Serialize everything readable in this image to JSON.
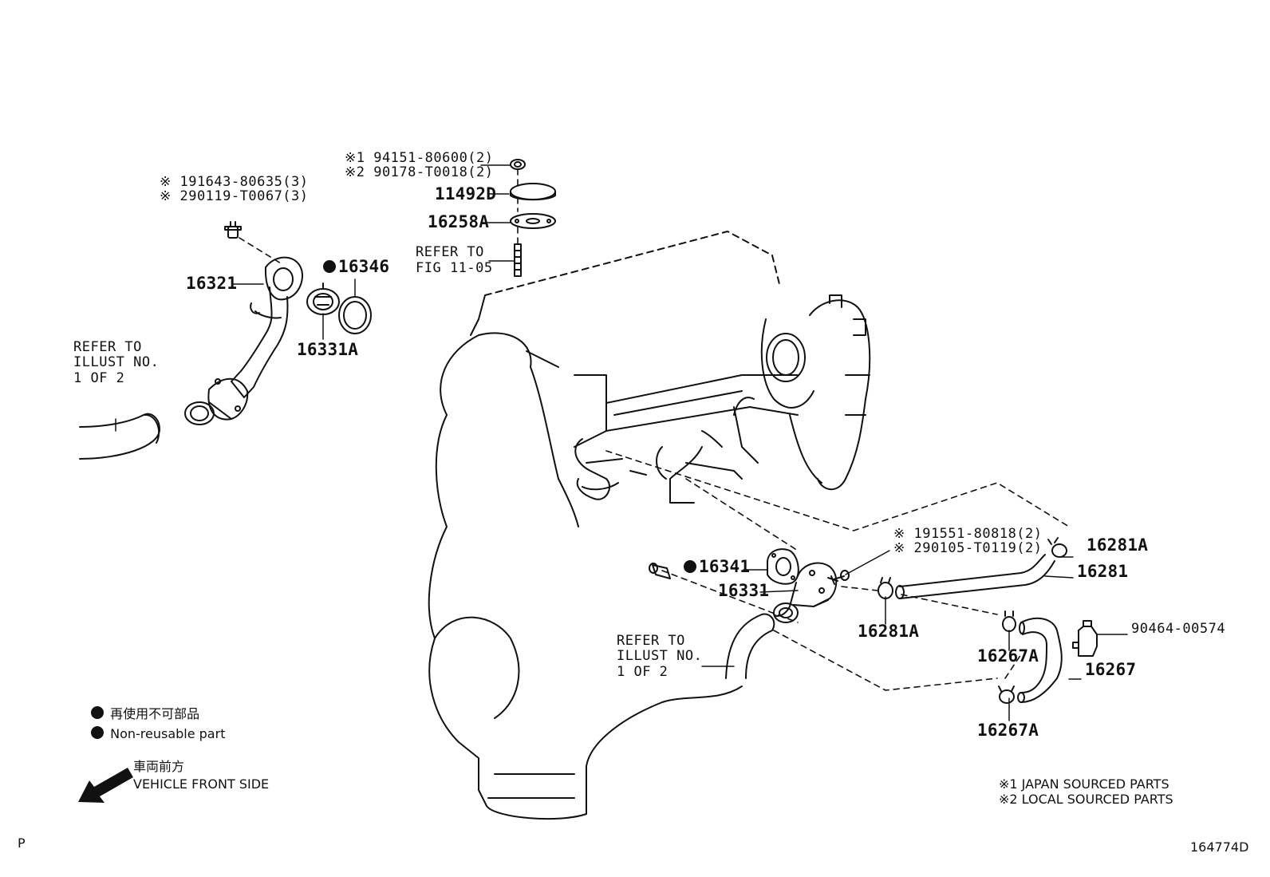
{
  "notes": {
    "upper_left": {
      "line1": "※ 191643-80635(3)",
      "line2": "※ 290119-T0067(3)"
    },
    "top": {
      "line1": "※1 94151-80600(2)",
      "line2": "※2 90178-T0018(2)"
    },
    "mid_right": {
      "line1": "※ 191551-80818(2)",
      "line2": "※ 290105-T0119(2)"
    }
  },
  "parts": {
    "p11492D": "11492D",
    "p16258A": "16258A",
    "p16321": "16321",
    "p16346": "16346",
    "p16331A": "16331A",
    "p16341": "16341",
    "p16331": "16331",
    "p16281A_a": "16281A",
    "p16281": "16281",
    "p16281A_b": "16281A",
    "p16267A_a": "16267A",
    "p16267": "16267",
    "p16267A_b": "16267A",
    "p90464": "90464-00574"
  },
  "refers": {
    "fig": {
      "line1": "REFER TO",
      "line2": "FIG 11-05"
    },
    "left": {
      "line1": "REFER TO",
      "line2": "ILLUST NO.",
      "line3": "1 OF 2"
    },
    "bottom": {
      "line1": "REFER TO",
      "line2": "ILLUST NO.",
      "line3": "1 OF 2"
    }
  },
  "legend": {
    "nonreuse_jp": "再使用不可部品",
    "nonreuse_en": "Non-reusable part",
    "front_jp": "車両前方",
    "front_en": "VEHICLE FRONT SIDE"
  },
  "sourcing": {
    "japan": "※1 JAPAN SOURCED PARTS",
    "local": "※2 LOCAL SOURCED PARTS"
  },
  "corner": {
    "left": "P",
    "right": "164774D"
  }
}
